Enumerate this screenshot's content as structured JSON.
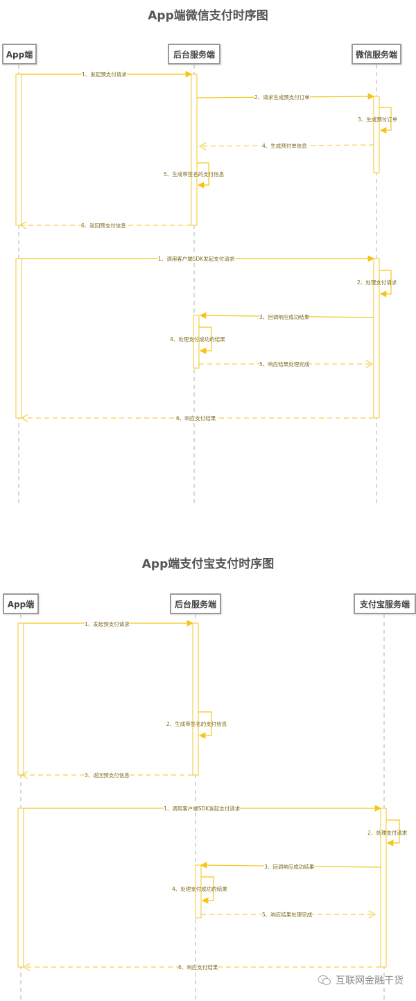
{
  "colors": {
    "arrow": "#f5c518",
    "activation": "#f5cf4a",
    "lifeline": "#b0b0b0",
    "actor_border": "#9a9a9a",
    "label": "#7a6a1a",
    "title": "#555555"
  },
  "diagrams": [
    {
      "title": "App端微信支付时序图",
      "actors": [
        "App端",
        "后台服务端",
        "微信服务端"
      ],
      "phase1": {
        "messages": [
          {
            "label": "1、发起预支付请求",
            "from": "App端",
            "to": "后台服务端",
            "style": "solid"
          },
          {
            "label": "2、请求生成预支付订单",
            "from": "后台服务端",
            "to": "微信服务端",
            "style": "solid"
          },
          {
            "label": "3、生成预付订单",
            "from": "微信服务端",
            "to": "微信服务端",
            "style": "self"
          },
          {
            "label": "4、生成预付单信息",
            "from": "微信服务端",
            "to": "后台服务端",
            "style": "dashed"
          },
          {
            "label": "5、生成带签名的支付信息",
            "from": "后台服务端",
            "to": "后台服务端",
            "style": "self"
          },
          {
            "label": "6、返回预支付信息",
            "from": "后台服务端",
            "to": "App端",
            "style": "dashed"
          }
        ]
      },
      "phase2": {
        "messages": [
          {
            "label": "1、调用客户端SDK发起支付请求",
            "from": "App端",
            "to": "微信服务端",
            "style": "solid"
          },
          {
            "label": "2、处理支付请求",
            "from": "微信服务端",
            "to": "微信服务端",
            "style": "self"
          },
          {
            "label": "3、回调响应成功结果",
            "from": "微信服务端",
            "to": "后台服务端",
            "style": "solid"
          },
          {
            "label": "4、处理支付成功的结果",
            "from": "后台服务端",
            "to": "后台服务端",
            "style": "self"
          },
          {
            "label": "5、响应结果处理完成",
            "from": "后台服务端",
            "to": "微信服务端",
            "style": "dashed"
          },
          {
            "label": "6、响应支付结果",
            "from": "微信服务端",
            "to": "App端",
            "style": "dashed"
          }
        ]
      }
    },
    {
      "title": "App端支付宝支付时序图",
      "actors": [
        "App端",
        "后台服务端",
        "支付宝服务端"
      ],
      "phase1": {
        "messages": [
          {
            "label": "1、发起预支付请求",
            "from": "App端",
            "to": "后台服务端",
            "style": "solid"
          },
          {
            "label": "2、生成带签名的支付信息",
            "from": "后台服务端",
            "to": "后台服务端",
            "style": "self"
          },
          {
            "label": "3、返回预支付信息",
            "from": "后台服务端",
            "to": "App端",
            "style": "dashed"
          }
        ]
      },
      "phase2": {
        "messages": [
          {
            "label": "1、调用客户端SDK发起支付请求",
            "from": "App端",
            "to": "支付宝服务端",
            "style": "solid"
          },
          {
            "label": "2、处理支付请求",
            "from": "支付宝服务端",
            "to": "支付宝服务端",
            "style": "self"
          },
          {
            "label": "3、回调响应成功结果",
            "from": "支付宝服务端",
            "to": "后台服务端",
            "style": "solid"
          },
          {
            "label": "4、处理支付成功的结果",
            "from": "后台服务端",
            "to": "后台服务端",
            "style": "self"
          },
          {
            "label": "5、响应结果处理完成",
            "from": "后台服务端",
            "to": "支付宝服务端",
            "style": "dashed"
          },
          {
            "label": "6、响应支付结果",
            "from": "支付宝服务端",
            "to": "App端",
            "style": "dashed"
          }
        ]
      }
    }
  ],
  "watermark": {
    "icon": "wechat-icon",
    "text": "互联网金融干货"
  }
}
